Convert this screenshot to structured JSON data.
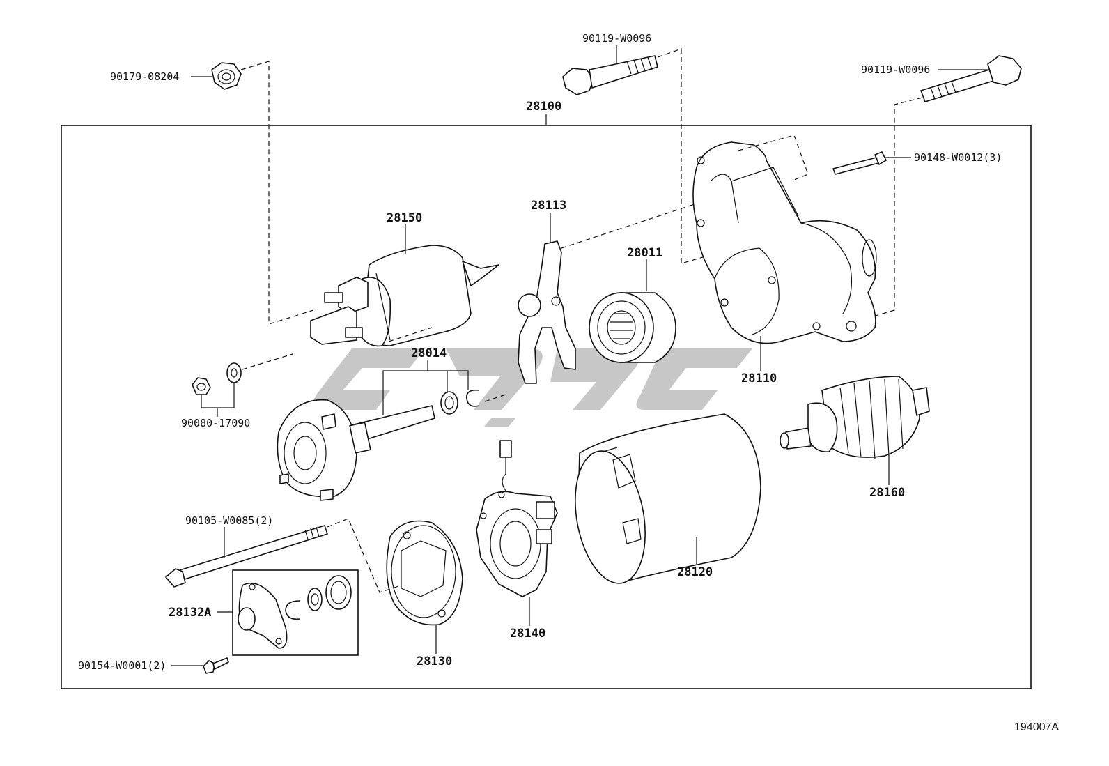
{
  "figure_id": "194007A",
  "parts": {
    "p28100": "28100",
    "p28150": "28150",
    "p28113": "28113",
    "p28011": "28011",
    "p28110": "28110",
    "p28014": "28014",
    "p28160": "28160",
    "p28120": "28120",
    "p28140": "28140",
    "p28130": "28130",
    "p28132A": "28132A",
    "b90179": "90179-08204",
    "b90119a": "90119-W0096",
    "b90119b": "90119-W0096",
    "b90148": "90148-W0012(3)",
    "b90080": "90080-17090",
    "b90105": "90105-W0085(2)",
    "b90154": "90154-W0001(2)"
  },
  "watermark": "cjgc"
}
